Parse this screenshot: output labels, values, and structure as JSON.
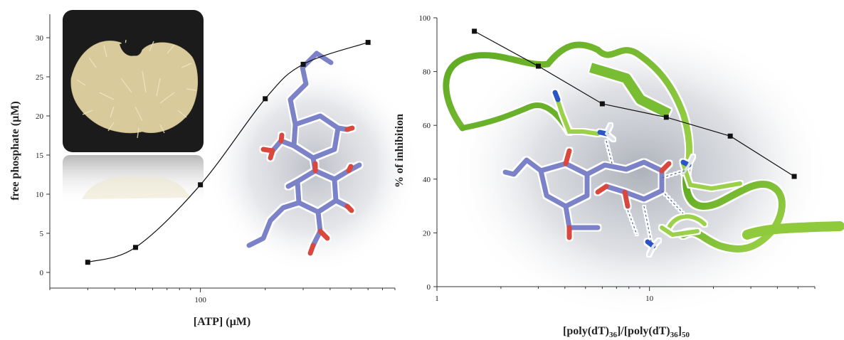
{
  "chart_data": [
    {
      "type": "line",
      "x_scale": "log",
      "x": [
        30,
        50,
        100,
        200,
        300,
        600
      ],
      "y": [
        1.3,
        3.2,
        11.2,
        22.2,
        26.6,
        29.4
      ],
      "xlim": [
        20,
        800
      ],
      "ylim": [
        -2,
        33
      ],
      "x_ticks": [
        100
      ],
      "y_ticks": [
        0,
        5,
        10,
        15,
        20,
        25,
        30
      ],
      "xlabel": "[ATP] (µM)",
      "ylabel": "free phosphate (µM)",
      "line_color": "#111111",
      "marker": "square",
      "grid": false
    },
    {
      "type": "line",
      "x_scale": "log",
      "x": [
        1.5,
        3,
        6,
        12,
        24,
        48
      ],
      "y": [
        95,
        82,
        68,
        63,
        56,
        41
      ],
      "xlim": [
        1,
        60
      ],
      "ylim": [
        0,
        100
      ],
      "x_ticks": [
        1,
        10
      ],
      "y_ticks": [
        0,
        20,
        40,
        60,
        80,
        100
      ],
      "xlabel_main": "[poly(dT)",
      "xlabel_sub1": "36",
      "xlabel_mid": "]/[poly(dT)",
      "xlabel_sub2": "36",
      "xlabel_end": "]",
      "xlabel_sub3": "50",
      "ylabel": "% of inhibition",
      "line_color": "#111111",
      "marker": "square",
      "grid": false
    }
  ],
  "colors": {
    "ligand_carbon": "#7b82c8",
    "ligand_oxygen": "#d9473c",
    "protein_ribbon": "#86c237",
    "nitrogen": "#2a55c6",
    "lichen": "#d8ca9a",
    "photo_bg": "#1b1b1b"
  },
  "images": {
    "photo": "lichen-photo",
    "molecule_left": "depside-molecule-structure",
    "complex_right": "protein-ligand-complex"
  }
}
